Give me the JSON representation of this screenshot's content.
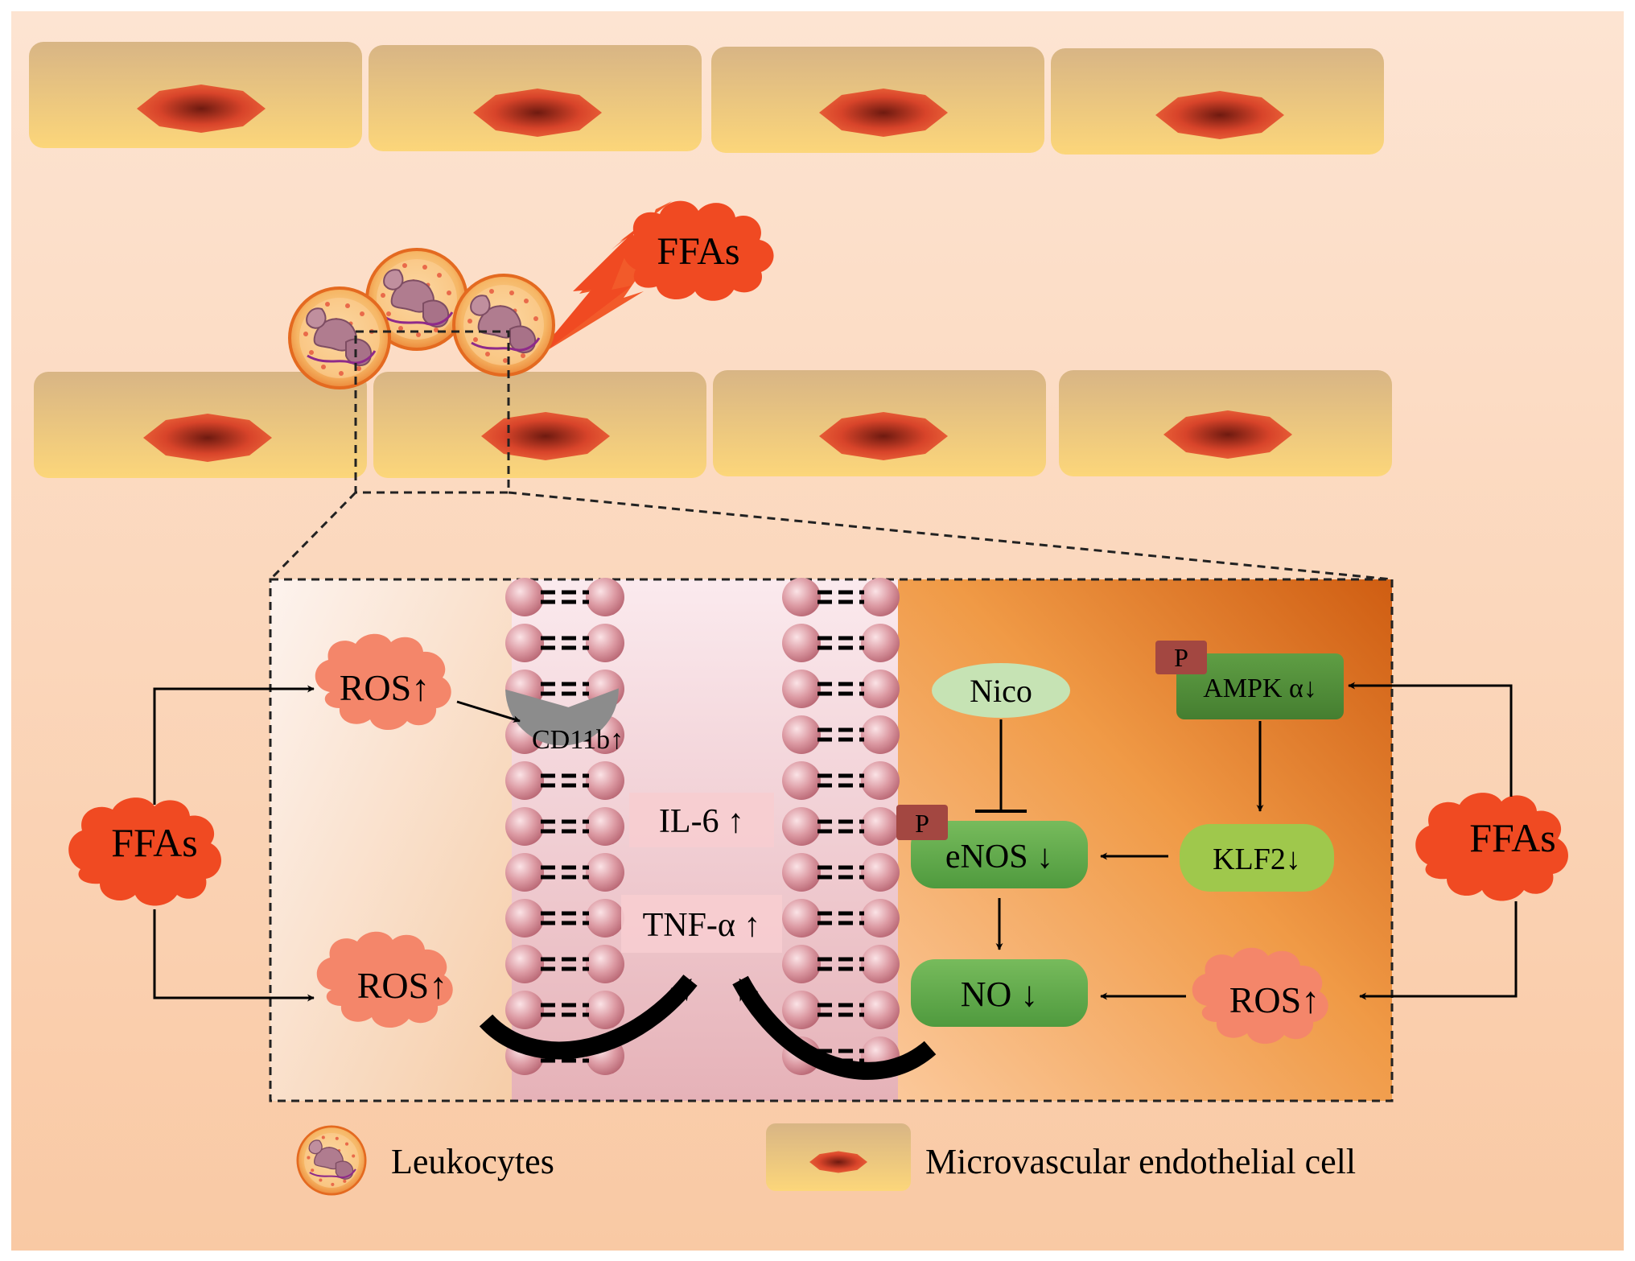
{
  "labels": {
    "ffas_bolt": "FFAs",
    "ffas_left": "FFAs",
    "ffas_right": "FFAs",
    "ros_left_top": "ROS↑",
    "ros_left_bottom": "ROS↑",
    "ros_right": "ROS↑",
    "cd11b": "CD11b↑",
    "il6": "IL-6 ↑",
    "tnfa": "TNF-α ↑",
    "nico": "Nico",
    "ampk": "AMPK α↓",
    "p_ampk": "P",
    "klf2": "KLF2↓",
    "enos": "eNOS ↓",
    "p_enos": "P",
    "no": "NO ↓"
  },
  "legend": {
    "leukocytes": "Leukocytes",
    "endothelial": "Microvascular endothelial cell"
  },
  "colors": {
    "ros_cloud": "#f4866a",
    "ffas_cloud": "#f04a22",
    "green_dark": "#5aa548",
    "green_mid": "#6ab04e",
    "green_light": "#9fc84c",
    "nico_fill": "#c6e3b4",
    "phospho": "#a34741",
    "cd11b_gray": "#8c8c8c",
    "membrane_bead": "#d08e98",
    "cell_top": "#dcb883",
    "cell_bottom": "#fbd57a",
    "nucleus": "#e8532f"
  }
}
